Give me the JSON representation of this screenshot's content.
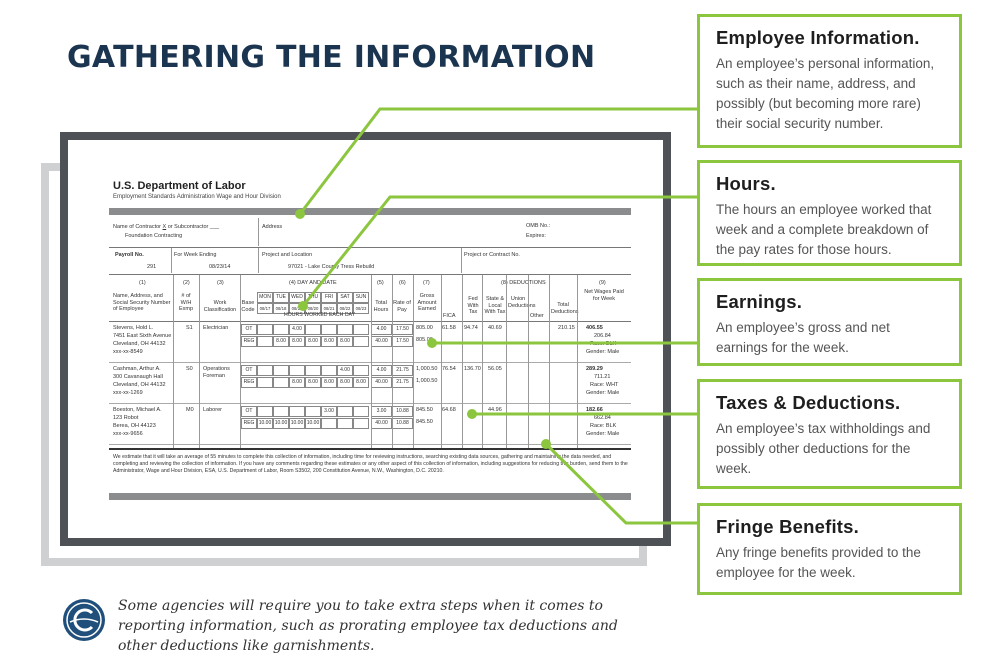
{
  "page": {
    "title": "GATHERING THE INFORMATION",
    "footer_note": "Some agencies will require you to take extra steps when it comes to reporting information, such as prorating employee tax deductions and other deductions like garnishments."
  },
  "colors": {
    "accent_green": "#8cc63f",
    "title_navy": "#1b3550",
    "frame_dark": "#4e5155",
    "frame_light": "#cfd0d2"
  },
  "callouts": [
    {
      "title": "Employee Information.",
      "text": "An employee’s personal information, such as their name, address, and possibly (but becoming more rare) their social security number."
    },
    {
      "title": "Hours.",
      "text": "The hours an employee worked that week and a complete breakdown of the pay rates for those hours."
    },
    {
      "title": "Earnings.",
      "text": "An employee’s gross and net earnings for the week."
    },
    {
      "title": "Taxes & Deductions.",
      "text": "An employee’s tax withholdings and possibly other deductions for the week."
    },
    {
      "title": "Fringe Benefits.",
      "text": "Any fringe benefits provided to the employee for the week."
    }
  ],
  "form": {
    "title": "U.S. Department of Labor",
    "subtitle": "Employment Standards Administration Wage and Hour Division",
    "contractor_label": "Name of Contractor",
    "contractor_mark": "X",
    "subcontractor_label": "or Subcontractor ___",
    "contractor_name": "Foundation Contracting",
    "address_label": "Address",
    "ombno_label": "OMB No.:",
    "expires_label": "Expires:",
    "payroll_no_label": "Payroll No.",
    "payroll_no": "291",
    "week_ending_label": "For Week Ending",
    "week_ending": "08/23/14",
    "project_label": "Project and Location",
    "project": "97021 - Lake County Tress Rebuild",
    "project_contract_label": "Project or Contract No.",
    "col_numbers": [
      "(1)",
      "(2)",
      "(3)",
      "(4) DAY AND DATE",
      "(5)",
      "(6)",
      "(7)",
      "(8) DEDUCTIONS",
      "(9)"
    ],
    "col_name": "Name, Address, and Social Security Number of Employee",
    "col_withholding": "# of W/H Exmp",
    "col_classification": "Work Classification",
    "col_code": "Base Code",
    "days": [
      "MON",
      "TUE",
      "WED",
      "THU",
      "FRI",
      "SAT",
      "SUN"
    ],
    "dates": [
      "08/17",
      "08/18",
      "08/19",
      "08/20",
      "08/21",
      "08/22",
      "08/23"
    ],
    "hours_worked_label": "HOURS WORKED EACH DAY",
    "col_total_hours": "Total Hours",
    "col_rate": "Rate of Pay",
    "col_gross": "Gross Amount Earned",
    "deduction_cols": [
      "FICA",
      "Fed With Tax",
      "State & Local With Tax",
      "Union Deductions",
      "Other",
      "Total Deductions"
    ],
    "col_net": "Net Wages Paid for Week",
    "employees": [
      {
        "name": "Stevens, Hold L.",
        "address1": "7451 East Sixth Avenue",
        "address2": "Cleveland, OH 44132",
        "ssn": "xxx-xx-8549",
        "exemptions": "S1",
        "classification": "Electrician",
        "ot_hours": [
          "",
          "",
          "4.00",
          "",
          "",
          "",
          ""
        ],
        "ot_total": "4.00",
        "ot_rate": "17.50",
        "reg_hours": [
          "",
          "8.00",
          "8.00",
          "8.00",
          "8.00",
          "8.00",
          ""
        ],
        "reg_total": "40.00",
        "reg_rate": "17.50",
        "gross_ot": "805.00",
        "gross_reg": "805.00",
        "fica": "61.58",
        "fed": "94.74",
        "state": "40.69",
        "total_ded": "210.15",
        "net": "406.55",
        "race": "Race: BLK",
        "gender": "Gender: Male",
        "fringe": "206.84"
      },
      {
        "name": "Cashman, Arthur A.",
        "address1": "300 Cavanaugh Hall",
        "address2": "Cleveland, OH 44132",
        "ssn": "xxx-xx-1269",
        "exemptions": "S0",
        "classification": "Operations Foreman",
        "ot_hours": [
          "",
          "",
          "",
          "",
          "",
          "4.00",
          ""
        ],
        "ot_total": "4.00",
        "ot_rate": "21.75",
        "reg_hours": [
          "",
          "",
          "8.00",
          "8.00",
          "8.00",
          "8.00",
          "8.00"
        ],
        "reg_total": "40.00",
        "reg_rate": "21.75",
        "gross_ot": "1,000.50",
        "gross_reg": "1,000.50",
        "fica": "76.54",
        "fed": "136.70",
        "state": "56.05",
        "total_ded": "",
        "net": "289.29",
        "race": "Race: WHT",
        "gender": "Gender: Male",
        "fringe": "711.21"
      },
      {
        "name": "Boeston, Michael A.",
        "address1": "123 Robot",
        "address2": "Berea, OH 44123",
        "ssn": "xxx-xx-9656",
        "exemptions": "M0",
        "classification": "Laborer",
        "ot_hours": [
          "",
          "",
          "",
          "",
          "3.00",
          "",
          ""
        ],
        "ot_total": "3.00",
        "ot_rate": "10.88",
        "reg_hours": [
          "10.00",
          "10.00",
          "10.00",
          "10.00",
          "",
          "",
          ""
        ],
        "reg_total": "40.00",
        "reg_rate": "10.88",
        "gross_ot": "845.50",
        "gross_reg": "845.50",
        "fica": "64.68",
        "fed": "",
        "state": "44.96",
        "total_ded": "",
        "net": "182.66",
        "race": "Race: BLK",
        "gender": "Gender: Male",
        "fringe": "662.84"
      }
    ],
    "burden_statement": "We estimate that it will take an average of 55 minutes to complete this collection of information, including time for reviewing instructions, searching existing data sources, gathering and maintaining the data needed, and completing and reviewing the collection of information. If you have any comments regarding these estimates or any other aspect of this collection of information, including suggestions for reducing this burden, send them to the Administrator, Wage and Hour Division, ESA, U.S. Department of Labor, Room S3502, 200 Constitution Avenue, N.W., Washington, D.C. 20210."
  }
}
